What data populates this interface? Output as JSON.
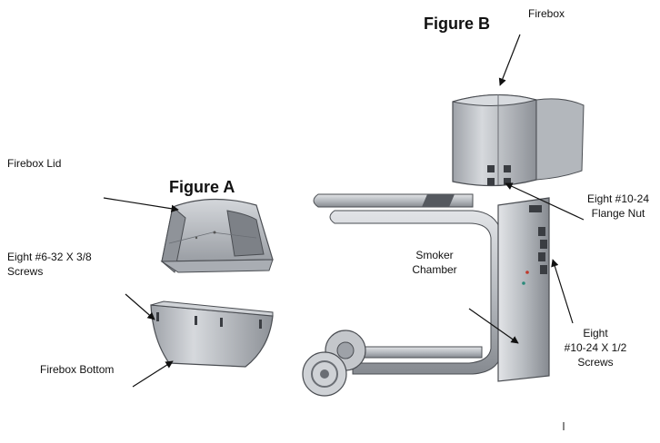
{
  "figure_a": {
    "title": "Figure A",
    "firebox_lid": "Firebox Lid",
    "screws_line1": "Eight #6-32 X 3/8",
    "screws_line2": "Screws",
    "firebox_bottom": "Firebox Bottom"
  },
  "figure_b": {
    "title": "Figure B",
    "firebox": "Firebox",
    "flange_nut_line1": "Eight #10-24",
    "flange_nut_line2": "Flange Nut",
    "smoker_line1": "Smoker",
    "smoker_line2": "Chamber",
    "screws_line1": "Eight",
    "screws_line2": "#10-24 X 1/2",
    "screws_line3": "Screws"
  },
  "colors": {
    "metal_light": "#c9ccd1",
    "metal_mid": "#a9adb3",
    "metal_dark": "#7d8187",
    "edge": "#4a4d52"
  }
}
